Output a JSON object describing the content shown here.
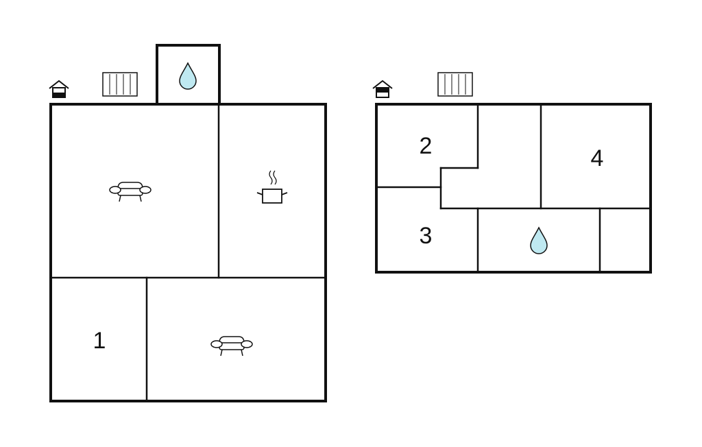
{
  "colors": {
    "wall": "#111111",
    "water": "#bfe9f1",
    "background": "#ffffff"
  },
  "floor_left": {
    "rooms": [
      {
        "name": "living-room",
        "icon": "sofa-icon"
      },
      {
        "name": "kitchen",
        "icon": "cooking-pot-icon"
      },
      {
        "name": "bathroom",
        "icon": "water-drop-icon"
      },
      {
        "name": "bedroom-1",
        "label": "1"
      },
      {
        "name": "living-room-2",
        "icon": "sofa-icon"
      }
    ],
    "markers": [
      "house-level-icon",
      "radiator-icon"
    ]
  },
  "floor_right": {
    "rooms": [
      {
        "name": "bedroom-2",
        "label": "2"
      },
      {
        "name": "bedroom-3",
        "label": "3"
      },
      {
        "name": "bedroom-4",
        "label": "4"
      },
      {
        "name": "bathroom",
        "icon": "water-drop-icon"
      }
    ],
    "markers": [
      "house-level-icon",
      "radiator-icon"
    ]
  }
}
